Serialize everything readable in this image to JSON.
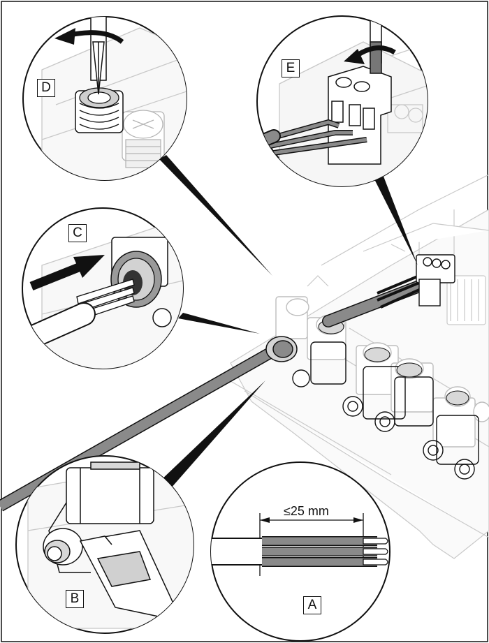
{
  "labels": {
    "a": "A",
    "b": "B",
    "c": "C",
    "d": "D",
    "e": "E"
  },
  "dimension": "≤25 mm",
  "colors": {
    "line": "#111111",
    "cable": "#7a7a7a",
    "light_part": "#d8d8d8",
    "faded_part": "#bdbdbd"
  }
}
